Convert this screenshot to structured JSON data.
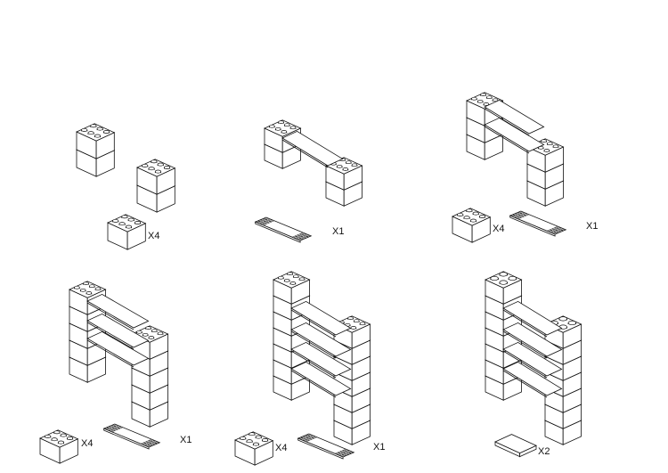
{
  "steps": [
    {
      "id": "step-1",
      "parts": [
        {
          "label": "X4",
          "kind": "brick"
        }
      ]
    },
    {
      "id": "step-2",
      "parts": [
        {
          "label": "X1",
          "kind": "shelf"
        }
      ]
    },
    {
      "id": "step-3",
      "parts": [
        {
          "label": "X4",
          "kind": "brick"
        },
        {
          "label": "X1",
          "kind": "shelf"
        }
      ]
    },
    {
      "id": "step-4",
      "parts": [
        {
          "label": "X4",
          "kind": "brick"
        },
        {
          "label": "X1",
          "kind": "shelf"
        }
      ]
    },
    {
      "id": "step-5",
      "parts": [
        {
          "label": "X4",
          "kind": "brick"
        },
        {
          "label": "X1",
          "kind": "shelf"
        }
      ]
    },
    {
      "id": "step-6",
      "parts": [
        {
          "label": "X2",
          "kind": "cap"
        }
      ]
    }
  ]
}
